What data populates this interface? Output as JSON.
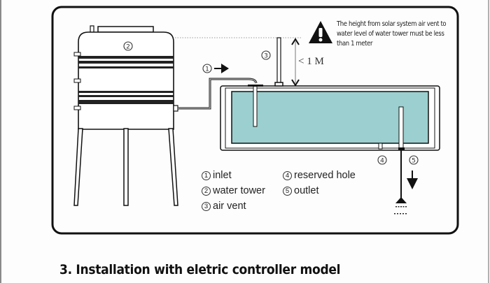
{
  "diagram": {
    "warning": {
      "icon": "warning-triangle-icon",
      "text": "The height from solar system air vent to water level of water tower must be less than 1 meter"
    },
    "dimension_label": "< 1 M",
    "markers": {
      "inlet": "1",
      "water_tower": "2",
      "air_vent": "3",
      "reserved_hole": "4",
      "outlet": "5"
    },
    "legend": [
      {
        "number": "1",
        "label": "inlet"
      },
      {
        "number": "2",
        "label": "water tower"
      },
      {
        "number": "3",
        "label": "air vent"
      },
      {
        "number": "4",
        "label": "reserved hole"
      },
      {
        "number": "5",
        "label": "outlet"
      }
    ],
    "colors": {
      "water": "#9ccfcf",
      "line": "#1a1a1a"
    }
  },
  "section_title": "3.  Installation with eletric controller model"
}
